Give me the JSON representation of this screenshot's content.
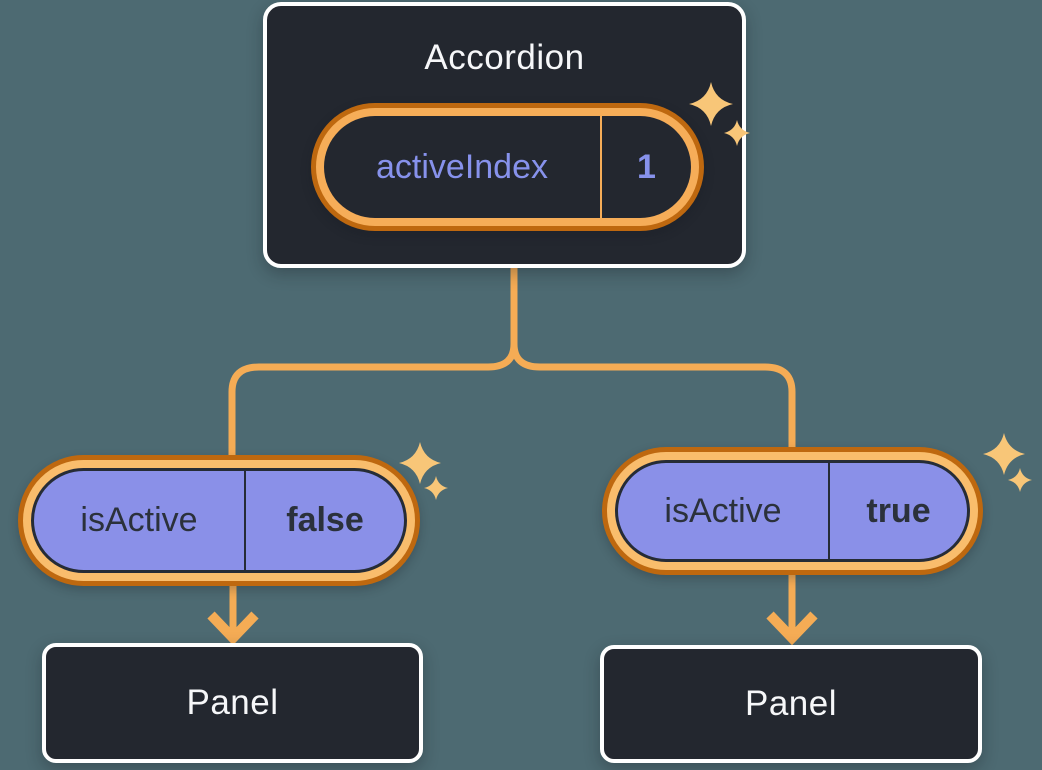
{
  "diagram": {
    "description": "React component tree: Accordion state passed as props to Panels",
    "background_color": "#4D6A72",
    "card_color": "#23272F",
    "card_border_color": "#FFFFFF",
    "connector_color": "#F5AC55",
    "ring_dark_orange": "#BE680F",
    "ring_light_orange_parent": "#F6AD58",
    "ring_light_orange_child": "#F9BD6C",
    "purple_fill": "#8A90E8",
    "purple_text": "#8792EC",
    "dark_text": "#2B313B",
    "sparkle_color": "#F8C678",
    "icons": [
      "sparkle-icon",
      "arrow-down-icon"
    ]
  },
  "accordion": {
    "title": "Accordion",
    "state_pill": {
      "key": "activeIndex",
      "value": "1"
    }
  },
  "children": [
    {
      "prop_pill": {
        "key": "isActive",
        "value": "false"
      },
      "panel_label": "Panel"
    },
    {
      "prop_pill": {
        "key": "isActive",
        "value": "true"
      },
      "panel_label": "Panel"
    }
  ]
}
